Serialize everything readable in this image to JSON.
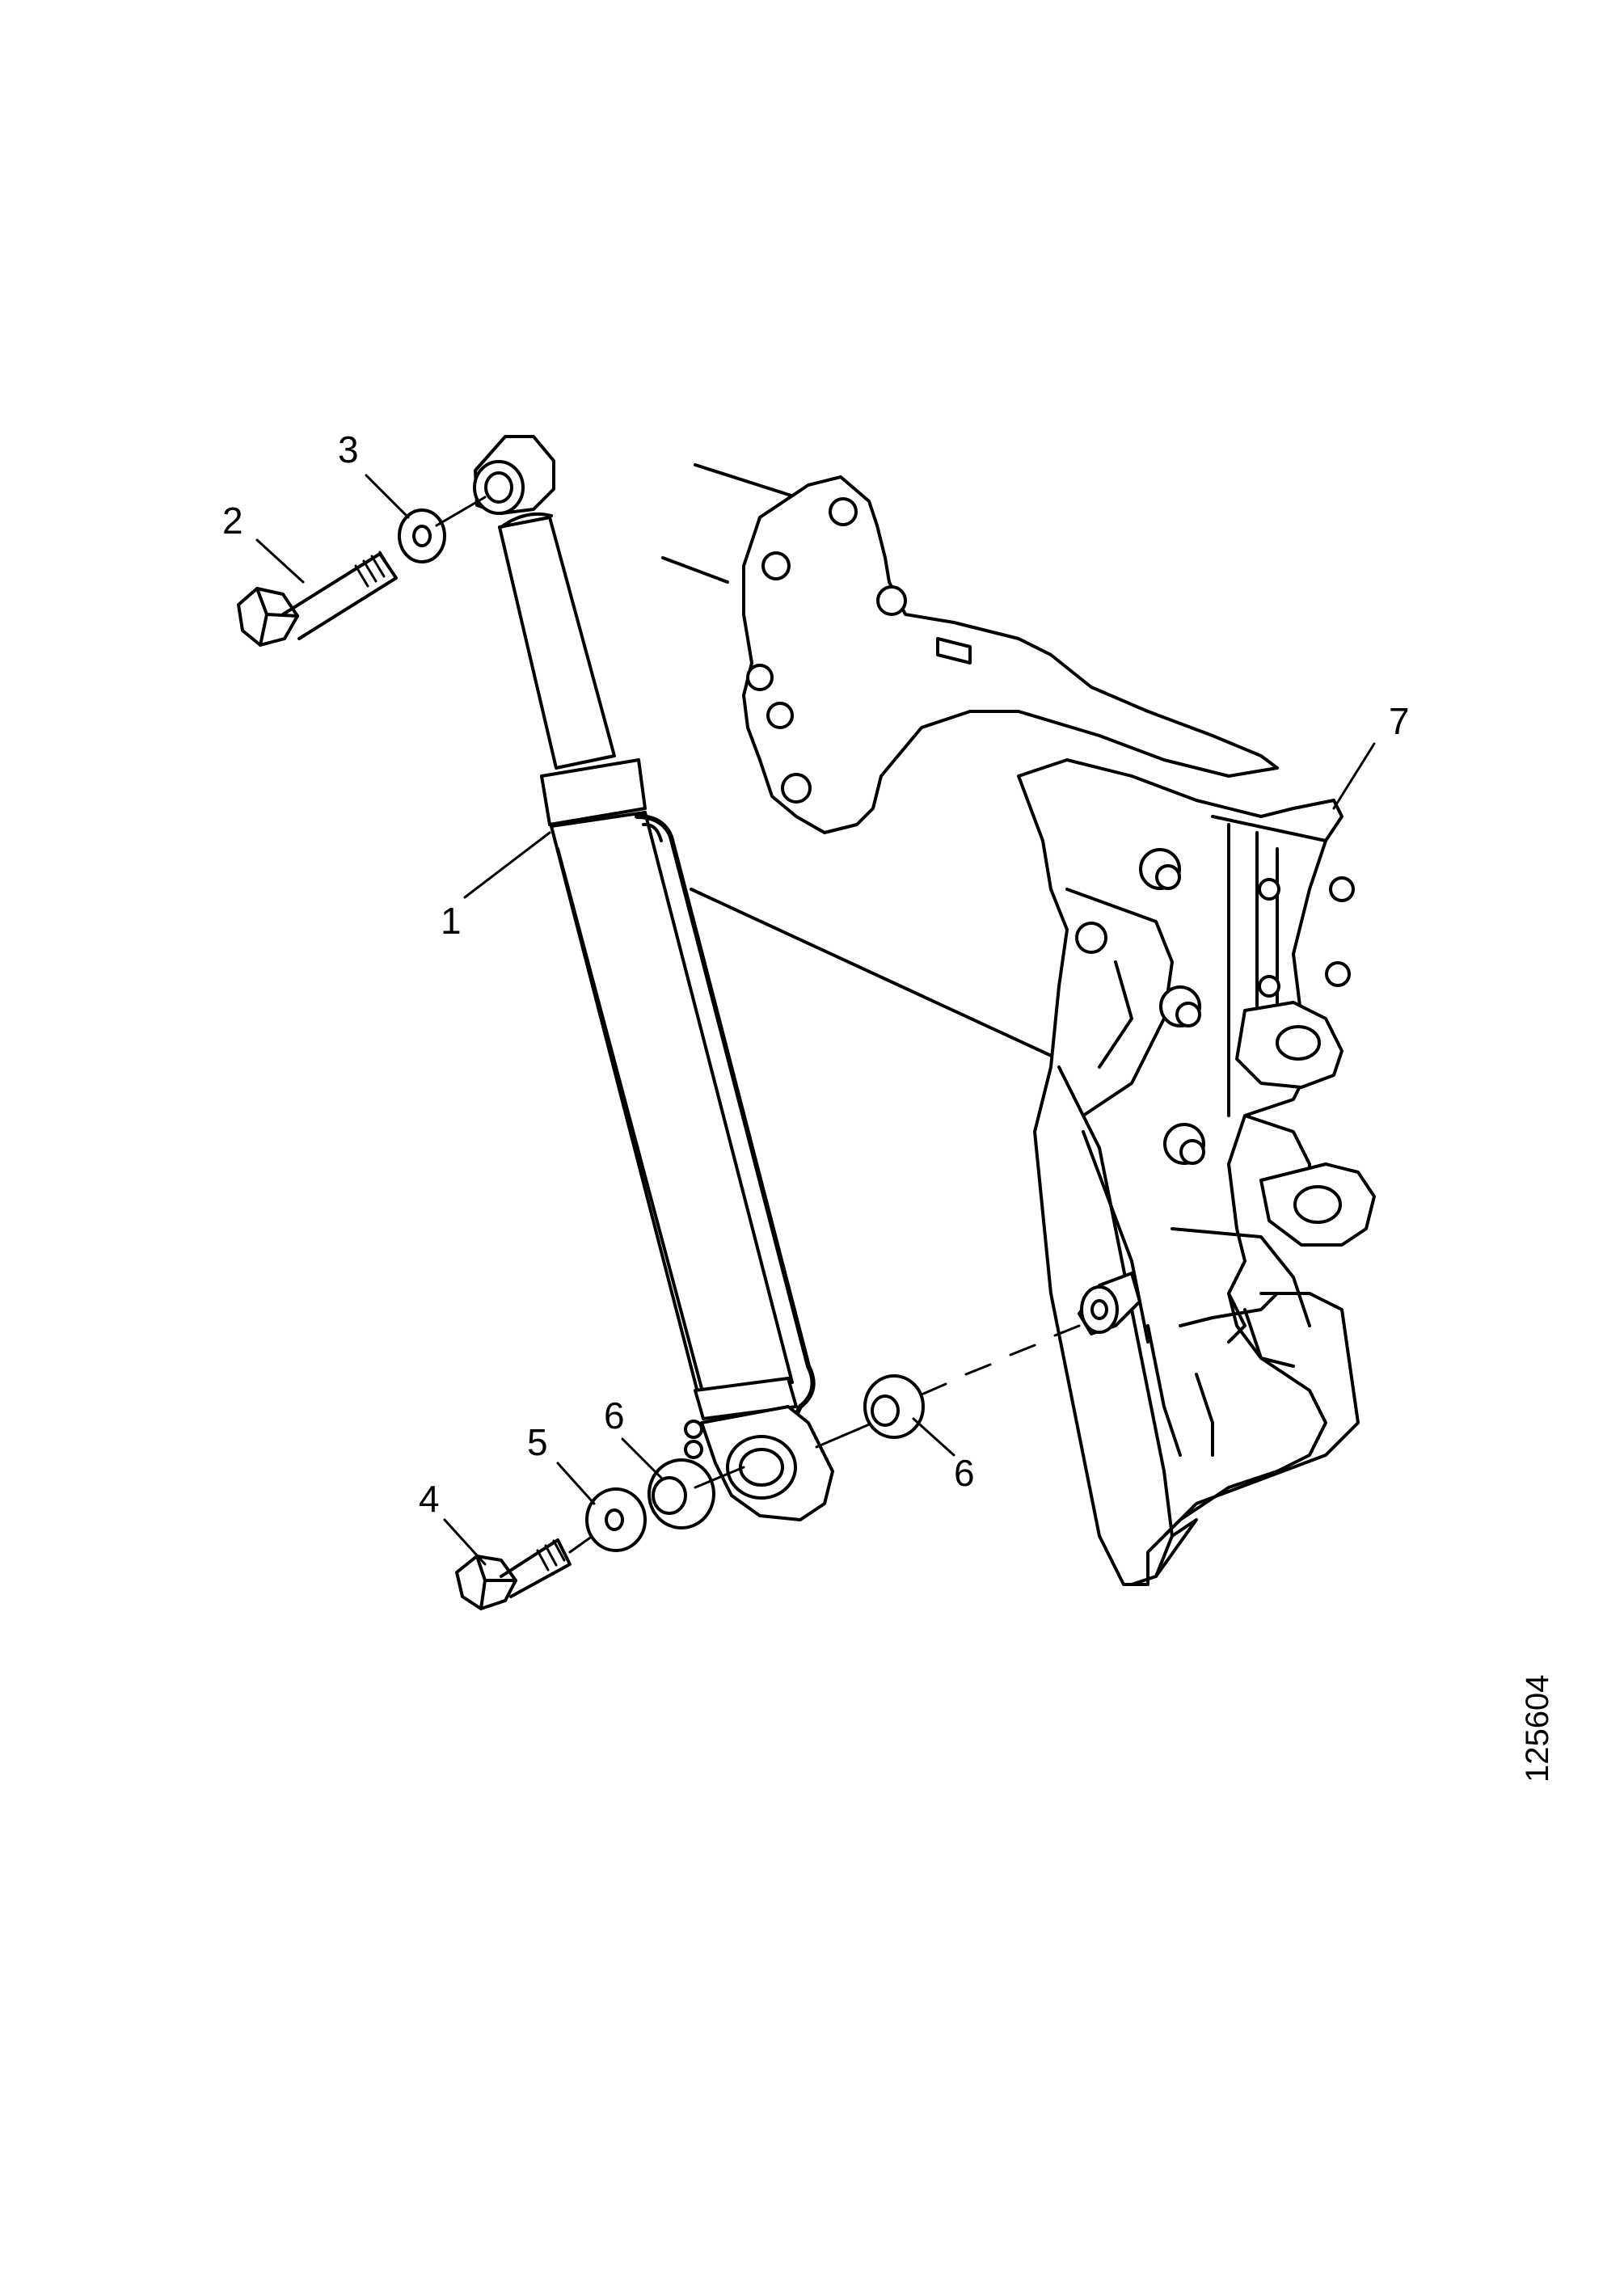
{
  "diagram": {
    "callouts": {
      "hydraulic_cylinder": "1",
      "upper_bolt": "2",
      "upper_washer": "3",
      "lower_bolt": "4",
      "lower_washer": "5",
      "bushing_left": "6",
      "bushing_right": "6",
      "frame_bracket": "7"
    },
    "document_number": "125604",
    "colors": {
      "line": "#000000",
      "fill": "#ffffff"
    }
  }
}
